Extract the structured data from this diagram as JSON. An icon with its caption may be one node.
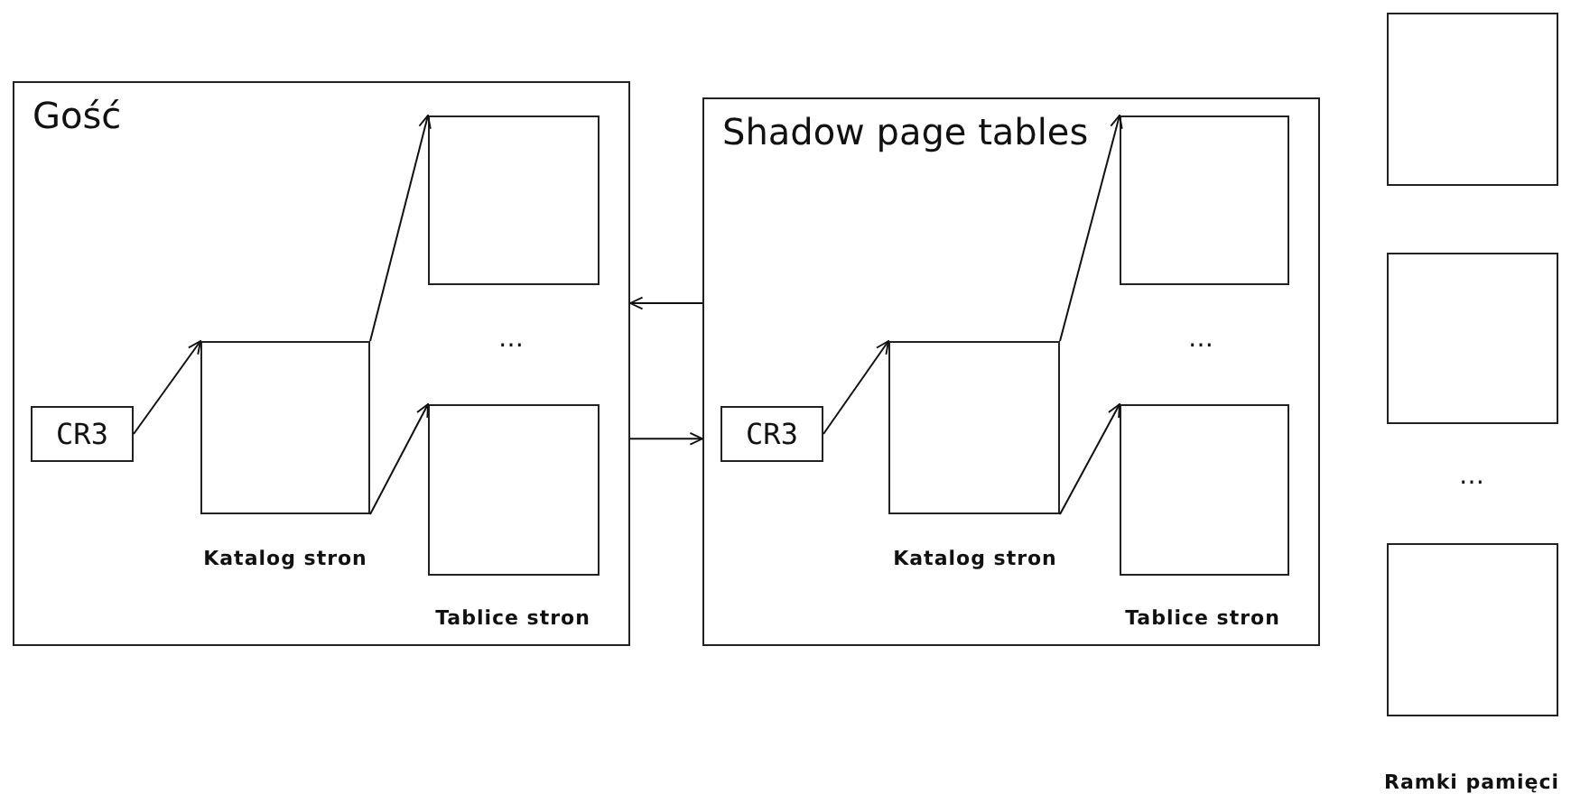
{
  "diagram": {
    "nodes": [
      {
        "text": [
          "Gość"
        ]
      },
      {
        "text": [
          "CR3"
        ],
        "in": 0
      },
      {
        "text": [],
        "shape": "box",
        "in": 0,
        "beside": [
          "Katalog stron"
        ]
      },
      {
        "text": [],
        "shape": "box",
        "in": 0
      },
      {
        "text": [],
        "shape": "box",
        "in": 0,
        "beside": [
          "Tablice stron"
        ]
      },
      {
        "text": [
          "Shadow page tables"
        ]
      },
      {
        "text": [
          "CR3"
        ],
        "in": 5
      },
      {
        "text": [],
        "shape": "box",
        "in": 5,
        "beside": [
          "Katalog stron"
        ]
      },
      {
        "text": [],
        "shape": "box",
        "in": 5
      },
      {
        "text": [],
        "shape": "box",
        "in": 5,
        "beside": [
          "Tablice stron"
        ]
      },
      {
        "text": [],
        "shape": "box"
      },
      {
        "text": [],
        "shape": "box"
      },
      {
        "text": [],
        "shape": "box"
      }
    ],
    "edges": [
      {
        "from": 1,
        "to": 2,
        "arrow": "to"
      },
      {
        "from": 2,
        "to": 3,
        "arrow": "to"
      },
      {
        "from": 2,
        "to": 4,
        "arrow": "to"
      },
      {
        "from": 5,
        "to": 0,
        "arrow": "to"
      },
      {
        "from": 0,
        "to": 5,
        "arrow": "to"
      },
      {
        "from": 6,
        "to": 7,
        "arrow": "to"
      },
      {
        "from": 7,
        "to": 8,
        "arrow": "to"
      },
      {
        "from": 7,
        "to": 9,
        "arrow": "to"
      }
    ],
    "labels": [
      "…",
      "…",
      "…",
      "Ramki pamięci"
    ]
  }
}
